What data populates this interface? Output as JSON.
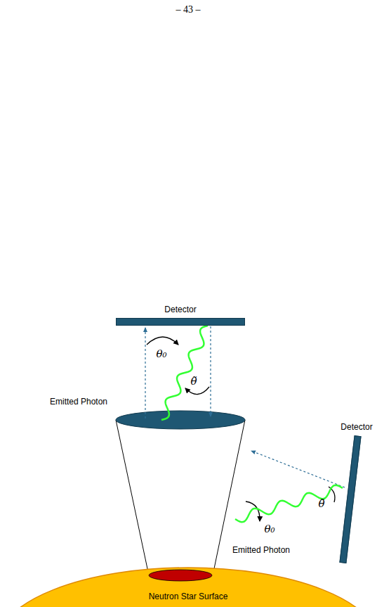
{
  "diagram": {
    "nodes": [
      {
        "text": [
          "Detector"
        ]
      },
      {
        "text": [
          "Detector"
        ]
      },
      {
        "text": [
          "Neutron Star Surface"
        ]
      }
    ],
    "labels": [
      "– 43 –",
      "θ₀",
      "θ̃",
      "Emitted Photon",
      "θ₀",
      "θ̃",
      "Emitted Photon"
    ]
  }
}
